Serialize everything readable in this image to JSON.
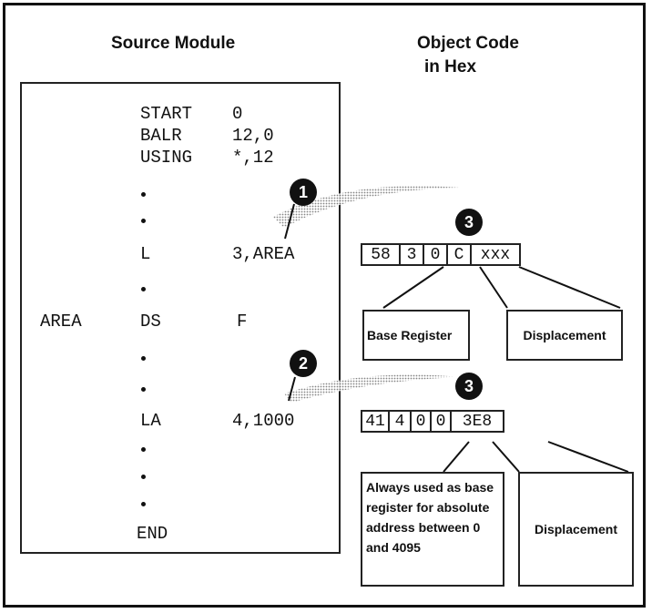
{
  "headings": {
    "source": "Source Module",
    "object_line1": "Object Code",
    "object_line2": "in Hex"
  },
  "source_code": {
    "start": {
      "op": "START",
      "operand": "0"
    },
    "balr": {
      "op": "BALR",
      "operand": "12,0"
    },
    "using": {
      "op": "USING",
      "operand": "*,12"
    },
    "load": {
      "op": "L",
      "operand": "3,AREA"
    },
    "area": {
      "label": "AREA",
      "op": "DS",
      "operand": "F"
    },
    "la": {
      "op": "LA",
      "operand": "4,1000"
    },
    "end": {
      "op": "END"
    }
  },
  "instruction1": {
    "cells": [
      "58",
      "3",
      "0",
      "C",
      "xxx"
    ],
    "base_label": "Base Register",
    "disp_label": "Displacement"
  },
  "instruction2": {
    "cells": [
      "41",
      "4",
      "0",
      "0",
      "3E8"
    ],
    "base_label": "Always used as base register for absolute address between 0 and 4095",
    "disp_label": "Displacement"
  },
  "badges": {
    "one": "1",
    "two": "2",
    "three_a": "3",
    "three_b": "3"
  }
}
